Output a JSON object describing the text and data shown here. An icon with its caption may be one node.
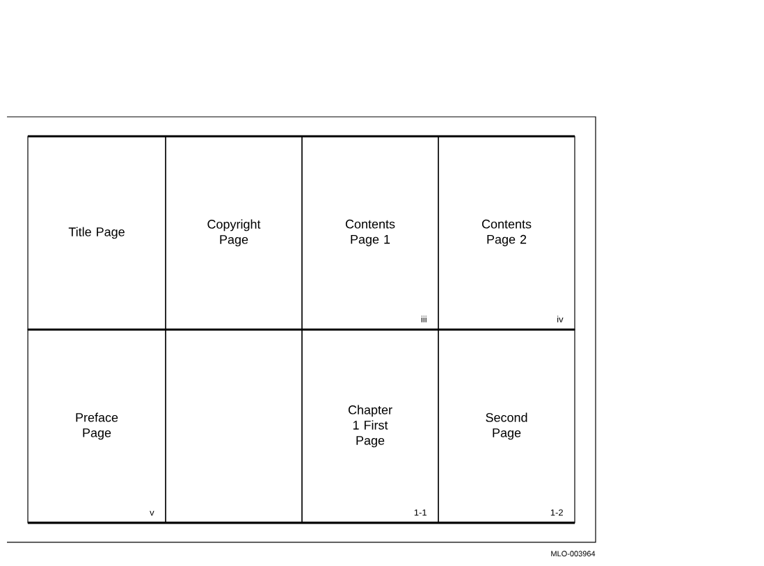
{
  "diagram": {
    "nodes": [
      {
        "text": [
          "Title Page"
        ]
      },
      {
        "text": [
          "Copyright Page"
        ]
      },
      {
        "text": [
          "Contents Page 1",
          "iii"
        ]
      },
      {
        "text": [
          "Contents Page 2",
          "iv"
        ]
      },
      {
        "text": [
          "Preface Page",
          "v"
        ]
      },
      {
        "text": [],
        "shape": "box"
      },
      {
        "text": [
          "Chapter 1 First Page",
          "1-1"
        ]
      },
      {
        "text": [
          "Second Page",
          "1-2"
        ]
      }
    ],
    "labels": [
      "MLO-003964"
    ]
  }
}
